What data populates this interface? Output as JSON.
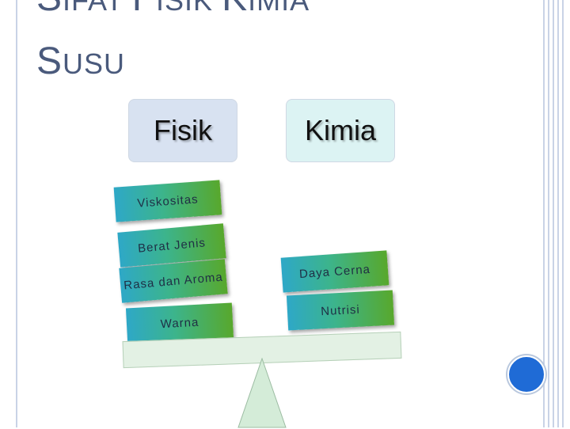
{
  "title": {
    "line1_parts": [
      {
        "text": "S",
        "size": "big"
      },
      {
        "text": "IFAT ",
        "size": "small"
      },
      {
        "text": "F",
        "size": "big"
      },
      {
        "text": "ISIK ",
        "size": "small"
      },
      {
        "text": "K",
        "size": "big"
      },
      {
        "text": "IMIA",
        "size": "small"
      }
    ],
    "line2_parts": [
      {
        "text": "S",
        "size": "big"
      },
      {
        "text": "USU",
        "size": "small"
      }
    ]
  },
  "headers": {
    "fisik": "Fisik",
    "kimia": "Kimia"
  },
  "weights": {
    "fisik": [
      "Viskositas",
      "Berat Jenis",
      "Rasa dan Aroma",
      "Warna"
    ],
    "kimia": [
      "Daya Cerna",
      "Nutrisi"
    ]
  },
  "colors": {
    "title": "#4a5a7c",
    "weight_gradient": [
      "#2ea8c7",
      "#3cb48c",
      "#58a82c"
    ],
    "plank": "#e3f1e4",
    "fulcrum": "#d4ecd8",
    "accent_circle": "#1f6bd6"
  }
}
